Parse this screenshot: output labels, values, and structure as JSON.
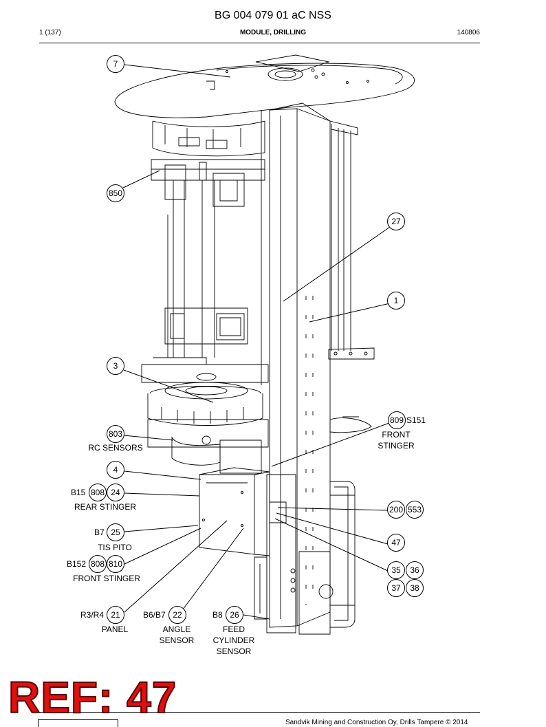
{
  "header": {
    "doc_number": "BG 004 079 01 aC NSS",
    "sheet": "1 (137)",
    "title": "MODULE, DRILLING",
    "date": "140806"
  },
  "footer": {
    "copyright": "Sandvik Mining and Construction Oy, Drills Tampere © 2014"
  },
  "stamp": {
    "text": "REF: 47",
    "color": "#e01010"
  },
  "callouts": {
    "c7": "7",
    "c850": "850",
    "c27": "27",
    "c1": "1",
    "c3": "3",
    "c809": "809",
    "c803": "803",
    "c4": "4",
    "c808a": "808",
    "c24": "24",
    "c200": "200",
    "c553": "553",
    "c25": "25",
    "c47": "47",
    "c808b": "808",
    "c810": "810",
    "c35": "35",
    "c36": "36",
    "c37": "37",
    "c38": "38",
    "c21": "21",
    "c22": "22",
    "c26": "26"
  },
  "labels": {
    "s151": "S151",
    "front_stinger_a1": "FRONT",
    "front_stinger_a2": "STINGER",
    "rc_sensors": "RC SENSORS",
    "b15": "B15",
    "rear_stinger": "REAR STINGER",
    "b7": "B7",
    "tis_pito": "TIS PITO",
    "b152": "B152",
    "front_stinger_b": "FRONT STINGER",
    "r3r4": "R3/R4",
    "panel": "PANEL",
    "b6b7": "B6/B7",
    "angle1": "ANGLE",
    "angle2": "SENSOR",
    "b8": "B8",
    "feed1": "FEED",
    "feed2": "CYLINDER",
    "feed3": "SENSOR"
  }
}
